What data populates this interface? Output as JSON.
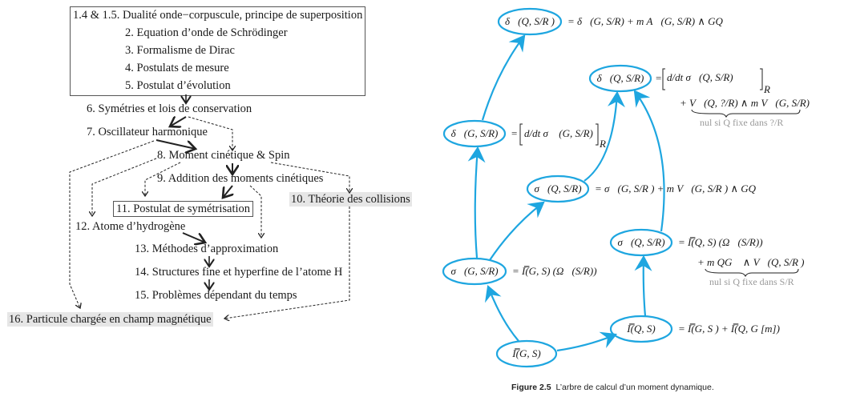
{
  "left_diagram": {
    "top_box": [
      "1.4 & 1.5. Dualité onde−corpuscule, principe de superposition",
      "2. Equation d’onde de Schrödinger",
      "3. Formalisme de Dirac",
      "4. Postulats de mesure",
      "5. Postulat d’évolution"
    ],
    "nodes": {
      "n6": "6. Symétries et lois de conservation",
      "n7": "7. Oscillateur harmonique",
      "n8": "8. Moment cinétique & Spin",
      "n9": "9. Addition des moments cinétiques",
      "n10": "10. Théorie des collisions",
      "n11": "11. Postulat de symétrisation",
      "n12": "12. Atome d’hydrogène",
      "n13": "13. Méthodes d’approximation",
      "n14": "14. Structures fine et hyperfine de l’atome H",
      "n15": "15. Problèmes dépendant du temps",
      "n16": "16. Particule chargée en champ magnétique"
    },
    "edges": [
      {
        "from": "top_box",
        "to": "n6",
        "style": "solid"
      },
      {
        "from": "n6",
        "to": "n7",
        "style": "solid"
      },
      {
        "from": "n6",
        "to": "n8",
        "style": "dashed"
      },
      {
        "from": "n7",
        "to": "n8",
        "style": "solid"
      },
      {
        "from": "n7",
        "to": "n16",
        "style": "dashed"
      },
      {
        "from": "n8",
        "to": "n9",
        "style": "solid"
      },
      {
        "from": "n8",
        "to": "n12",
        "style": "dashed"
      },
      {
        "from": "n8",
        "to": "n11",
        "style": "dashed"
      },
      {
        "from": "n8",
        "to": "n10",
        "style": "dashed"
      },
      {
        "from": "n9",
        "to": "n11",
        "style": "solid"
      },
      {
        "from": "n9",
        "to": "n13",
        "style": "dashed"
      },
      {
        "from": "n12",
        "to": "n13",
        "style": "solid"
      },
      {
        "from": "n13",
        "to": "n14",
        "style": "solid"
      },
      {
        "from": "n14",
        "to": "n15",
        "style": "solid"
      },
      {
        "from": "n10",
        "to": "n16",
        "style": "dashed"
      }
    ]
  },
  "right_diagram": {
    "accent_color": "#1ea6e0",
    "nodes": {
      "deltaQ_top": "δ⃗(Q, S/R )",
      "deltaQ_mid": "δ⃗(Q, S/R)",
      "deltaG": "δ⃗(G, S/R)",
      "sigmaQ_mid": "σ⃗(Q, S/R)",
      "sigmaQ_right": "σ⃗(Q, S/R)",
      "sigmaG": "σ⃗(G, S/R)",
      "IQ": "I̿(Q, S)",
      "IG": "I̿(G, S)"
    },
    "equations": {
      "deltaQ_top": "= δ⃗(G, S/R) +  m A⃗(G, S/R) ∧ GQ⃗",
      "deltaQ_mid_line1": "d/dt σ⃗(Q, S/R)",
      "deltaQ_mid_sub": "R",
      "deltaQ_mid_line2": "+ V⃗(Q, ?/R) ∧ m V⃗(G, S/R)",
      "deltaQ_mid_note": "nul si Q fixe dans ?/R",
      "deltaG_line1": "d/dt σ⃗ (G, S/R)",
      "deltaG_sub": "R",
      "sigmaQ_mid": "= σ⃗(G, S/R ) + m V⃗(G, S/R ) ∧ GQ⃗",
      "sigmaQ_right_line1": "= I̿(Q, S) (Ω⃗(S/R))",
      "sigmaQ_right_line2": "+ m QG⃗ ∧ V⃗(Q, S/R )",
      "sigmaQ_right_note": "nul si Q fixe dans S/R",
      "sigmaG": "= I̿(G, S) (Ω⃗(S/R))",
      "IQ": "= I̿(G, S ) + I̿(Q, G [m])"
    },
    "edges": [
      {
        "from": "IG",
        "to": "sigmaG"
      },
      {
        "from": "IG",
        "to": "IQ"
      },
      {
        "from": "IQ",
        "to": "sigmaQ_right"
      },
      {
        "from": "sigmaG",
        "to": "deltaG"
      },
      {
        "from": "sigmaG",
        "to": "sigmaQ_mid"
      },
      {
        "from": "deltaG",
        "to": "deltaQ_top"
      },
      {
        "from": "sigmaQ_mid",
        "to": "deltaQ_mid"
      },
      {
        "from": "sigmaQ_right",
        "to": "deltaQ_mid"
      }
    ],
    "caption_label": "Figure 2.5",
    "caption_text": "L’arbre de calcul d’un moment dynamique."
  }
}
